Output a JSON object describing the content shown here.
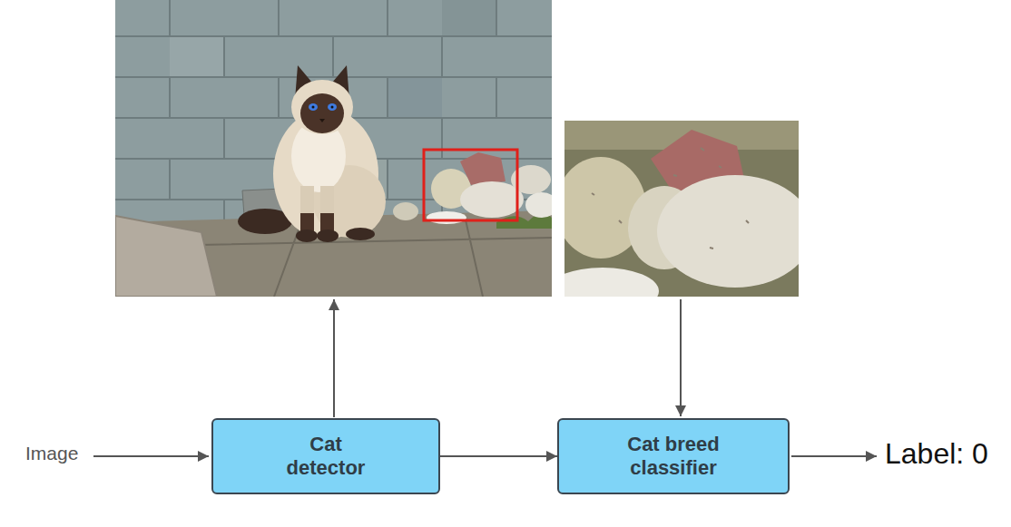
{
  "diagram": {
    "nodes": [
      {
        "text": [
          "Cat detector"
        ]
      },
      {
        "text": [
          "Cat breed classifier"
        ]
      }
    ],
    "edges": [
      {
        "from": 0,
        "to": 1,
        "arrow": "to"
      }
    ],
    "labels": [
      "Image",
      "Label: 0"
    ]
  }
}
